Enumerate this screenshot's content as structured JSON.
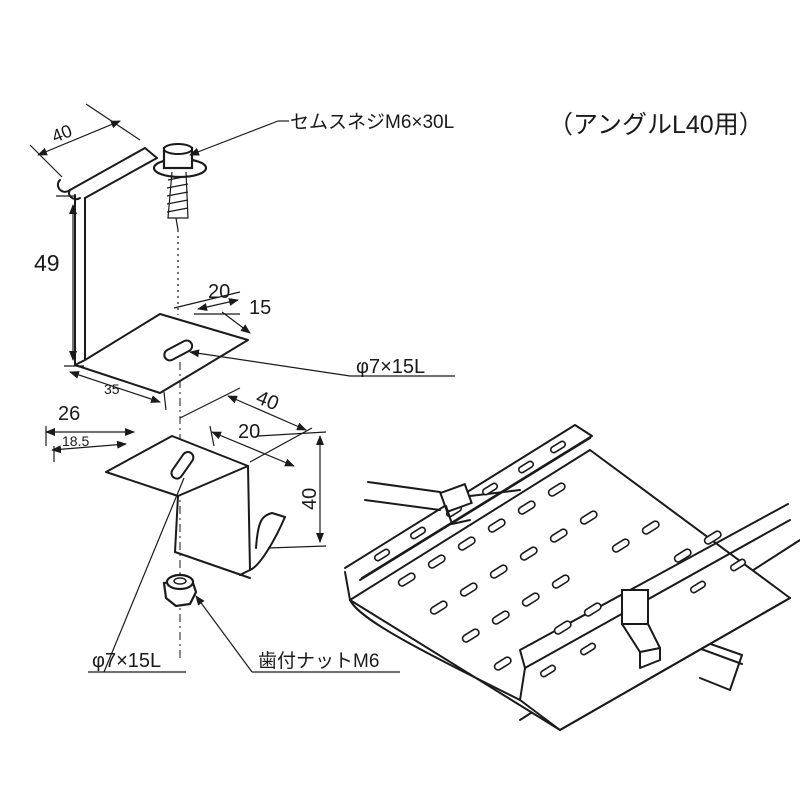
{
  "title": "（アングルL40用）",
  "callouts": {
    "screw": "セムスネジM6×30L",
    "slot_upper": "φ7×15L",
    "slot_lower": "φ7×15L",
    "nut": "歯付ナットM6"
  },
  "dimensions": {
    "upper_width": "40",
    "upper_height": "49",
    "upper_slot_offset": "20",
    "upper_slot_edge": "15",
    "upper_depth": "35",
    "lower_width": "26",
    "lower_slot_offset": "18.5",
    "lower_length": "40",
    "lower_slot_pos": "20",
    "lower_height": "40"
  }
}
